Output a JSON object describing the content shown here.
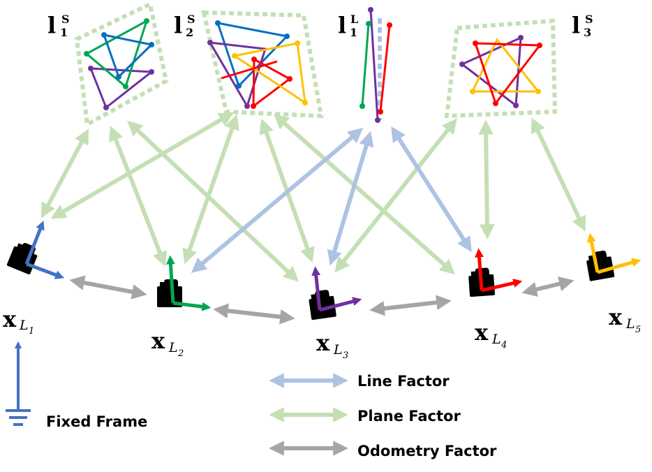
{
  "landmarks": [
    {
      "base": "l",
      "index": "1",
      "sup": "S"
    },
    {
      "base": "l",
      "index": "2",
      "sup": "S"
    },
    {
      "base": "l",
      "index": "1",
      "sup": "L"
    },
    {
      "base": "l",
      "index": "3",
      "sup": "S"
    }
  ],
  "poses": [
    {
      "base": "x",
      "sub": "L",
      "index": "1"
    },
    {
      "base": "x",
      "sub": "L",
      "index": "2"
    },
    {
      "base": "x",
      "sub": "L",
      "index": "3"
    },
    {
      "base": "x",
      "sub": "L",
      "index": "4"
    },
    {
      "base": "x",
      "sub": "L",
      "index": "5"
    }
  ],
  "fixed_frame_label": "Fixed Frame",
  "legend": [
    {
      "label": "Line Factor",
      "color": "#aec3e3"
    },
    {
      "label": "Plane Factor",
      "color": "#c5dfb5"
    },
    {
      "label": "Odometry Factor",
      "color": "#a8a4a4"
    }
  ],
  "colors": {
    "blue": "#4472c4",
    "green": "#00a651",
    "purple": "#7030a0",
    "red": "#ff0000",
    "yellow": "#ffc000",
    "plane_box": "#c5dfb5"
  }
}
